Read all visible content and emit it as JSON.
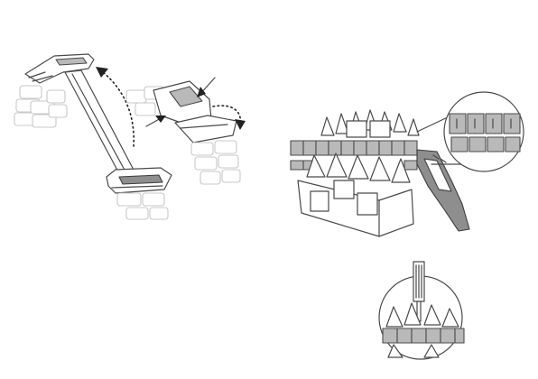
{
  "figure": {
    "panels": [
      {
        "name": "clasp-open-illustration"
      },
      {
        "name": "band-in-holder-illustration"
      },
      {
        "name": "pin-push-tool-illustration"
      }
    ],
    "colors": {
      "line": "#4a4a4a",
      "fill_grey": "#b9b9b9",
      "fill_dark": "#8e8e8e",
      "faint": "#c8c8c8",
      "arrow": "#222222"
    }
  }
}
